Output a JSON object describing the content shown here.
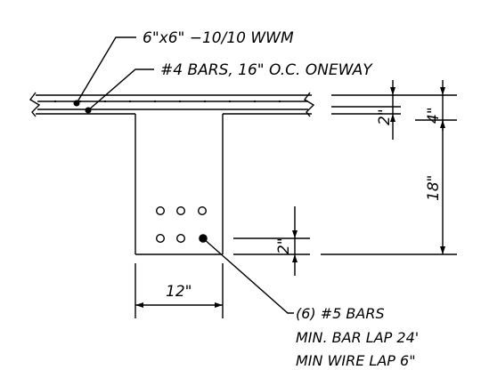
{
  "labels": {
    "wwm": "6\"x6\" −10/10 WWM",
    "bars4": "#4 BARS, 16\" O.C. ONEWAY",
    "dim_2_top": "2\"",
    "dim_4": "4\"",
    "dim_18": "18\"",
    "dim_2_bottom": "2\"",
    "dim_12": "12\"",
    "note_line1": "(6) #5 BARS",
    "note_line2": "MIN. BAR LAP 24'",
    "note_line3": "MIN WIRE LAP 6\""
  }
}
